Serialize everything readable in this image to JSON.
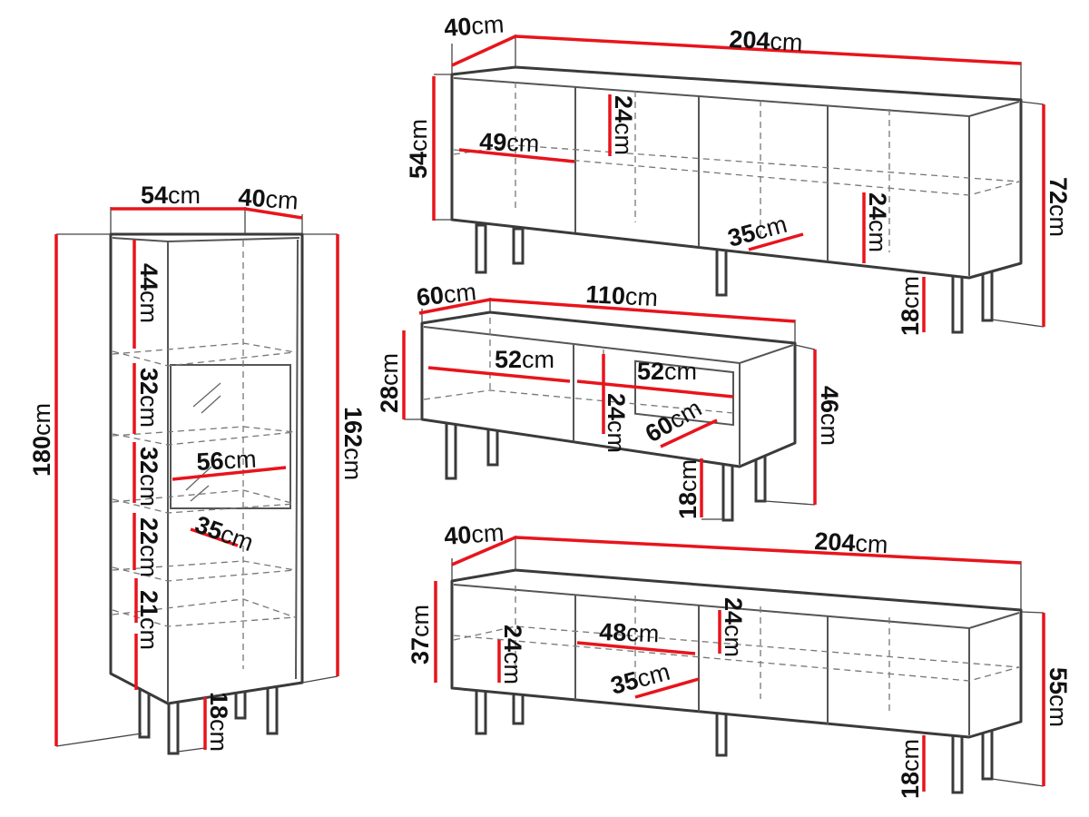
{
  "unit": "cm",
  "tall_cabinet": {
    "width": "54",
    "depth": "40",
    "total_height": "180",
    "body_height": "162",
    "compartments": [
      "44",
      "32",
      "32",
      "22",
      "21"
    ],
    "shelf_width": "56",
    "shelf_depth": "35",
    "leg_height": "18"
  },
  "sideboard_top": {
    "depth": "40",
    "width": "204",
    "body_height": "54",
    "total_height": "72",
    "compartment_width": "49",
    "compartment_height_left": "24",
    "shelf_depth": "35",
    "compartment_height_right": "24",
    "leg_height": "18"
  },
  "tv_stand": {
    "depth": "60",
    "width": "110",
    "body_height": "28",
    "total_height": "46",
    "left_compartment_width": "52",
    "right_compartment_width": "52",
    "compartment_height": "24",
    "inner_depth": "60",
    "leg_height": "18"
  },
  "sideboard_bottom": {
    "depth": "40",
    "width": "204",
    "body_height": "37",
    "total_height": "55",
    "compartment_height_left": "24",
    "compartment_width": "48",
    "compartment_height_right": "24",
    "shelf_depth": "35",
    "leg_height": "18"
  },
  "colors": {
    "dimension_line": "#e8141c",
    "outline": "#3a3a3a"
  }
}
